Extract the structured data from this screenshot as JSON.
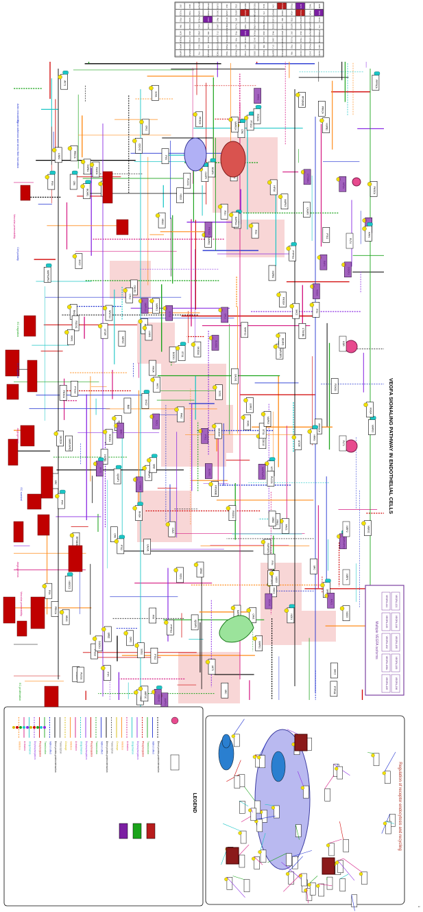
{
  "title": "VEGFA SIGNALING PATHWAY IN ENDOTHELIAL CELLS",
  "subtitle_recycling": "Regulation of receptor endocytosis and recycling",
  "isoforms_box_title": "Multiple VEGFA isoforms",
  "isoforms": [
    "VEGFA-111",
    "VEGFA-121",
    "VEGFA-145",
    "VEGFA-148",
    "VEGFA-162",
    "VEGFA-165",
    "VEGFA-165b",
    "VEGFA-183",
    "VEGFA-189",
    "VEGFA-206"
  ],
  "legend_title": "LEGEND",
  "legend_items": [
    "Direct protein-protein interaction",
    "Indirect effect",
    "Translocation",
    "Phosphorylation",
    "Dephosphorylation",
    "Ubiquitination",
    "Activation",
    "Inhibition",
    "Cleavage",
    "Transcription"
  ],
  "outcomes": [
    "EC migration",
    "EC proliferation",
    "EC survival",
    "Angiogenesis",
    "Vascular permeability",
    "Focal adhesion and stress fiber formation",
    "Cell polarity",
    "Actin remodeling"
  ],
  "top_table_header": [
    "ABCB1",
    "CDH5",
    "ACTN1",
    "VEGFA"
  ],
  "receptors": [
    "KDR",
    "FLT1",
    "NRP1",
    "NRP2",
    "FLT4"
  ],
  "nodes": [
    "SRC",
    "PLCG1",
    "PTK2",
    "PXN",
    "AKT1",
    "PIK3CA",
    "MAPK1",
    "MAPK3",
    "RAF1",
    "HRAS",
    "NOS3",
    "CDC42",
    "RAC1",
    "RHOA",
    "ROCK1",
    "MAPK14",
    "MAPKAPK2",
    "HSPB1",
    "PRKCA",
    "SHC2",
    "GRB2",
    "SOS1",
    "NCK1",
    "FYN",
    "PTPN11",
    "CTNNB1",
    "CAV1",
    "CALM1",
    "PXN",
    "BCAR1",
    "CRK",
    "RAPGEF1",
    "ELMO1",
    "DOCK1",
    "PAK2",
    "LIMK1",
    "CFL1",
    "IQGAP1",
    "SH2D2A",
    "FOXO1",
    "BAD",
    "CASP9",
    "MTOR",
    "RPS6KB1",
    "NFATC2",
    "PPP3CA",
    "PTGS2",
    "HIF1A",
    "ETS1",
    "MEF2C"
  ],
  "colors": {
    "node_fill": "#ffffff",
    "node_border": "#000000",
    "phospho": "#f2e100",
    "activation_green": "#1aa31a",
    "inhibition_red": "#d00000",
    "pink_region": "#f7cfcf",
    "nucleus_blue": "#c7c7f0",
    "outcome_red": "#cc0000",
    "cyan": "#1bc6c6",
    "magenta": "#d4147f",
    "purple": "#8a2be2",
    "link_blue": "#1e2fd0"
  }
}
